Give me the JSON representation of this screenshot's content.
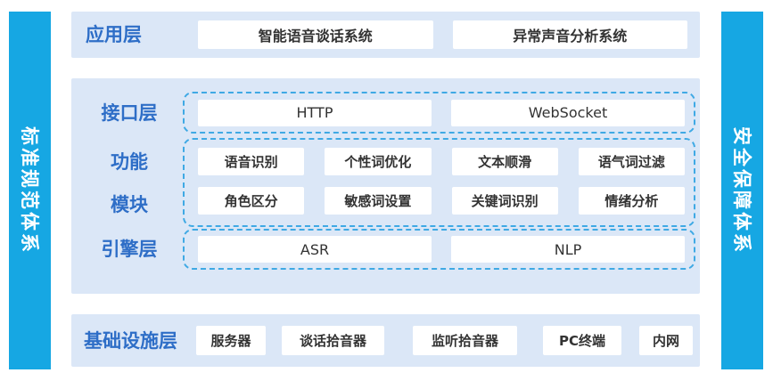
{
  "pillars": {
    "left_label": "标准规范体系",
    "right_label": "安全保障体系"
  },
  "layers": {
    "application": {
      "label": "应用层",
      "items": [
        "智能语音谈话系统",
        "异常声音分析系统"
      ]
    },
    "interface": {
      "label": "接口层",
      "items": [
        "HTTP",
        "WebSocket"
      ]
    },
    "function_module": {
      "label_line1": "功能",
      "label_line2": "模块",
      "rows": [
        [
          "语音识别",
          "个性词优化",
          "文本顺滑",
          "语气词过滤"
        ],
        [
          "角色区分",
          "敏感词设置",
          "关键词识别",
          "情绪分析"
        ]
      ]
    },
    "engine": {
      "label": "引擎层",
      "items": [
        "ASR",
        "NLP"
      ]
    },
    "infrastructure": {
      "label": "基础设施层",
      "items": [
        "服务器",
        "谈话拾音器",
        "监听拾音器",
        "PC终端",
        "内网"
      ]
    }
  },
  "colors": {
    "pillar_blue": "#16a7e3",
    "panel_light_blue": "#dbe7f7",
    "label_blue": "#2e6ec7",
    "dashed_border_blue": "#3fa9e4",
    "pill_background": "#ffffff",
    "pill_text": "#333333"
  }
}
